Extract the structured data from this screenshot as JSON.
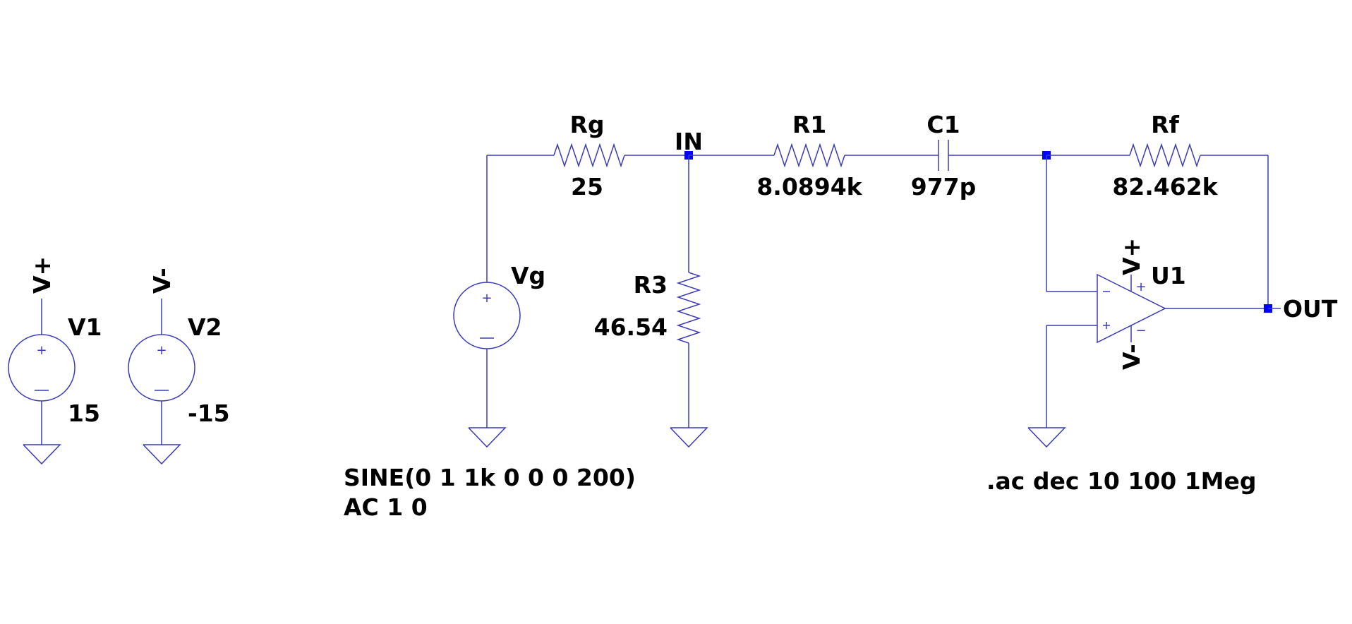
{
  "components": {
    "v1": {
      "name": "V1",
      "value": "15",
      "net": "V+"
    },
    "v2": {
      "name": "V2",
      "value": "-15",
      "net": "V-"
    },
    "vg": {
      "name": "Vg",
      "source_line1": "SINE(0 1 1k 0 0 0 200)",
      "source_line2": "AC 1 0"
    },
    "rg": {
      "name": "Rg",
      "value": "25"
    },
    "r3": {
      "name": "R3",
      "value": "46.54"
    },
    "r1": {
      "name": "R1",
      "value": "8.0894k"
    },
    "c1": {
      "name": "C1",
      "value": "977p"
    },
    "rf": {
      "name": "Rf",
      "value": "82.462k"
    },
    "u1": {
      "name": "U1",
      "supply_pos": "V+",
      "supply_neg": "V-"
    }
  },
  "nets": {
    "in": "IN",
    "out": "OUT"
  },
  "directive": ".ac dec 10 100 1Meg",
  "colors": {
    "wire": "#3b3bb8",
    "junction": "#0000ff",
    "text": "#000000",
    "background": "#ffffff"
  }
}
